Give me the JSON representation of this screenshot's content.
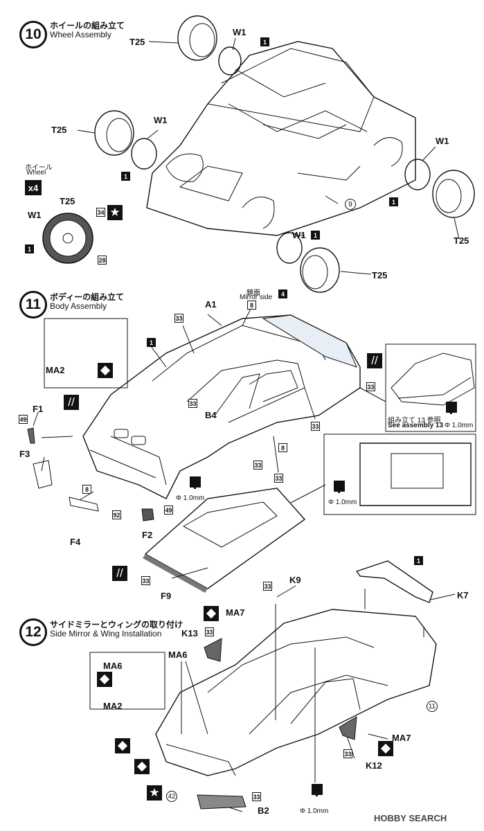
{
  "steps": [
    {
      "num": "10",
      "title_jp": "ホイールの組み立て",
      "title_en": "Wheel Assembly"
    },
    {
      "num": "11",
      "title_jp": "ボディーの組み立て",
      "title_en": "Body Assembly"
    },
    {
      "num": "12",
      "title_jp": "サイドミラーとウィングの取り付け",
      "title_en": "Side Mirror & Wing Installation"
    }
  ],
  "step10": {
    "parts": {
      "t25": "T25",
      "w1": "W1",
      "nine": "9"
    },
    "wheel_note_jp": "ホイール",
    "wheel_note_en": "Wheel",
    "times": "x4",
    "callout_nums": {
      "n34": "34",
      "n28": "28",
      "n1": "1"
    }
  },
  "step11": {
    "parts": {
      "a1": "A1",
      "b4": "B4",
      "ma2": "MA2",
      "f1": "F1",
      "f2": "F2",
      "f3": "F3",
      "f4": "F4",
      "f9": "F9",
      "n8": "8",
      "n4": "4",
      "n1": "1",
      "n33": "33",
      "n49": "49",
      "n92": "92"
    },
    "mirror_side_jp": "鏡面",
    "mirror_side_en": "Mirror side",
    "see_assembly_jp": "組み立て 13 参照",
    "see_assembly_en": "See assembly 13",
    "drill_label": "Φ 1.0mm"
  },
  "step12": {
    "parts": {
      "k9": "K9",
      "k7": "K7",
      "k12": "K12",
      "k13": "K13",
      "ma7": "MA7",
      "ma6": "MA6",
      "ma2": "MA2",
      "b2": "B2",
      "n11": "11",
      "n33": "33",
      "n42": "42",
      "n1": "1"
    },
    "drill_label": "Φ 1.0mm"
  },
  "watermark": "HOBBY SEARCH"
}
